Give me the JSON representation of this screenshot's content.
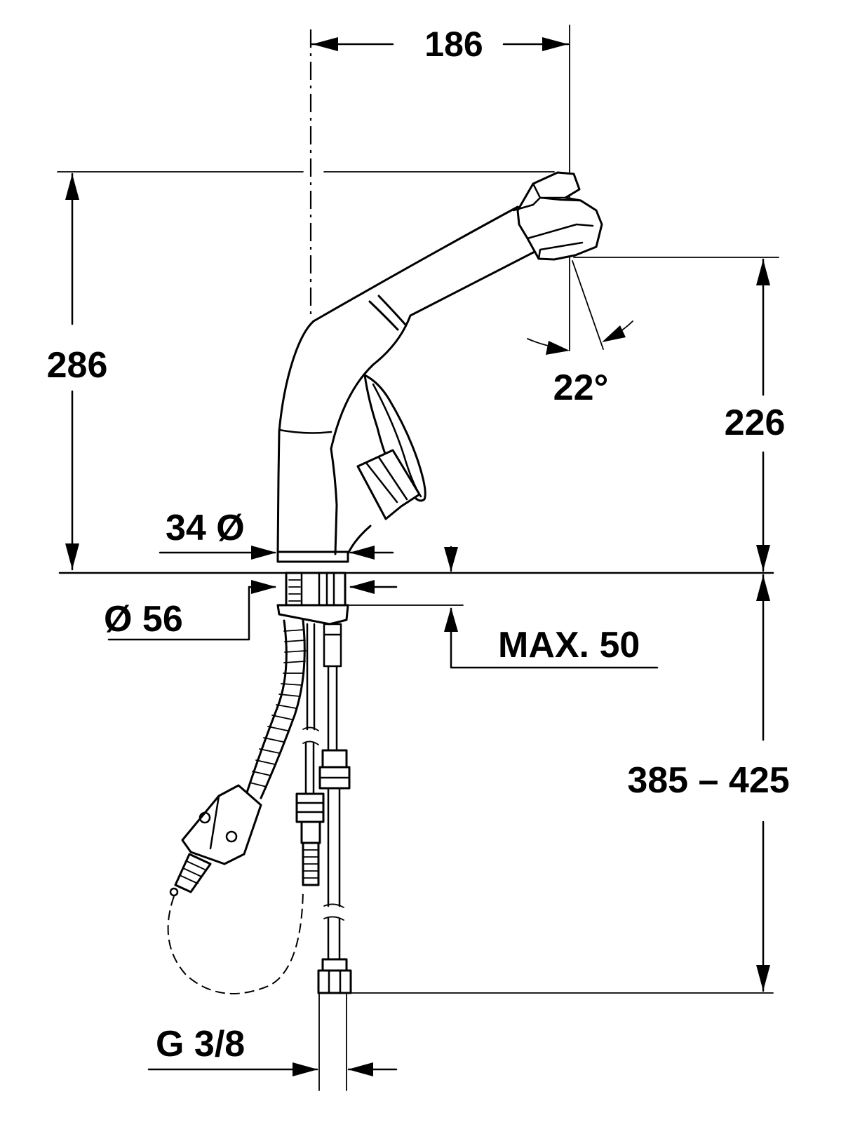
{
  "drawing": {
    "dimensions": {
      "top_width": "186",
      "total_height": "286",
      "spout_height": "226",
      "spray_angle": "22°",
      "hole_diameter": "34 Ø",
      "base_diameter": "Ø 56",
      "max_thickness": "MAX. 50",
      "below_deck": "385 – 425",
      "connection": "G 3/8"
    }
  }
}
